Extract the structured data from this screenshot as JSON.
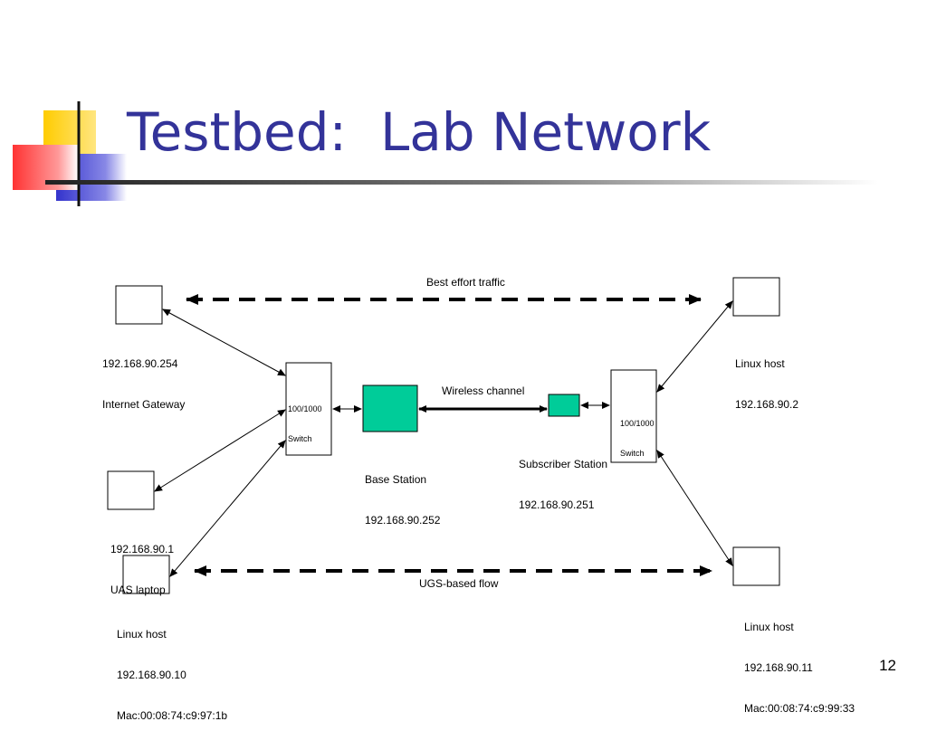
{
  "slide": {
    "title": "Testbed:  Lab Network",
    "page_number": "12"
  },
  "diagram": {
    "top_flow_label": "Best effort traffic",
    "bottom_flow_label": "UGS-based flow",
    "wireless_label": "Wireless channel",
    "left_switch": {
      "line1": "100/1000",
      "line2": "Switch"
    },
    "right_switch": {
      "line1": "100/1000",
      "line2": "Switch"
    },
    "base_station": {
      "name": "Base Station",
      "ip": "192.168.90.252"
    },
    "subscriber_station": {
      "name": "Subscriber Station",
      "ip": "192.168.90.251"
    },
    "internet_gateway": {
      "ip": "192.168.90.254",
      "name": "Internet Gateway"
    },
    "uas_laptop": {
      "ip": "192.168.90.1",
      "name": "UAS laptop"
    },
    "linux_host_left": {
      "name": "Linux host",
      "ip": "192.168.90.10",
      "mac": "Mac:00:08:74:c9:97:1b"
    },
    "linux_host_top_right": {
      "name": "Linux host",
      "ip": "192.168.90.2"
    },
    "linux_host_bottom_right": {
      "name": "Linux host",
      "ip": "192.168.90.11",
      "mac": "Mac:00:08:74:c9:99:33"
    }
  },
  "colors": {
    "title": "#333399",
    "station_fill": "#00cc99",
    "logo_yellow": "#ffcc00",
    "logo_blue": "#3333cc",
    "logo_red": "#ff3333"
  }
}
